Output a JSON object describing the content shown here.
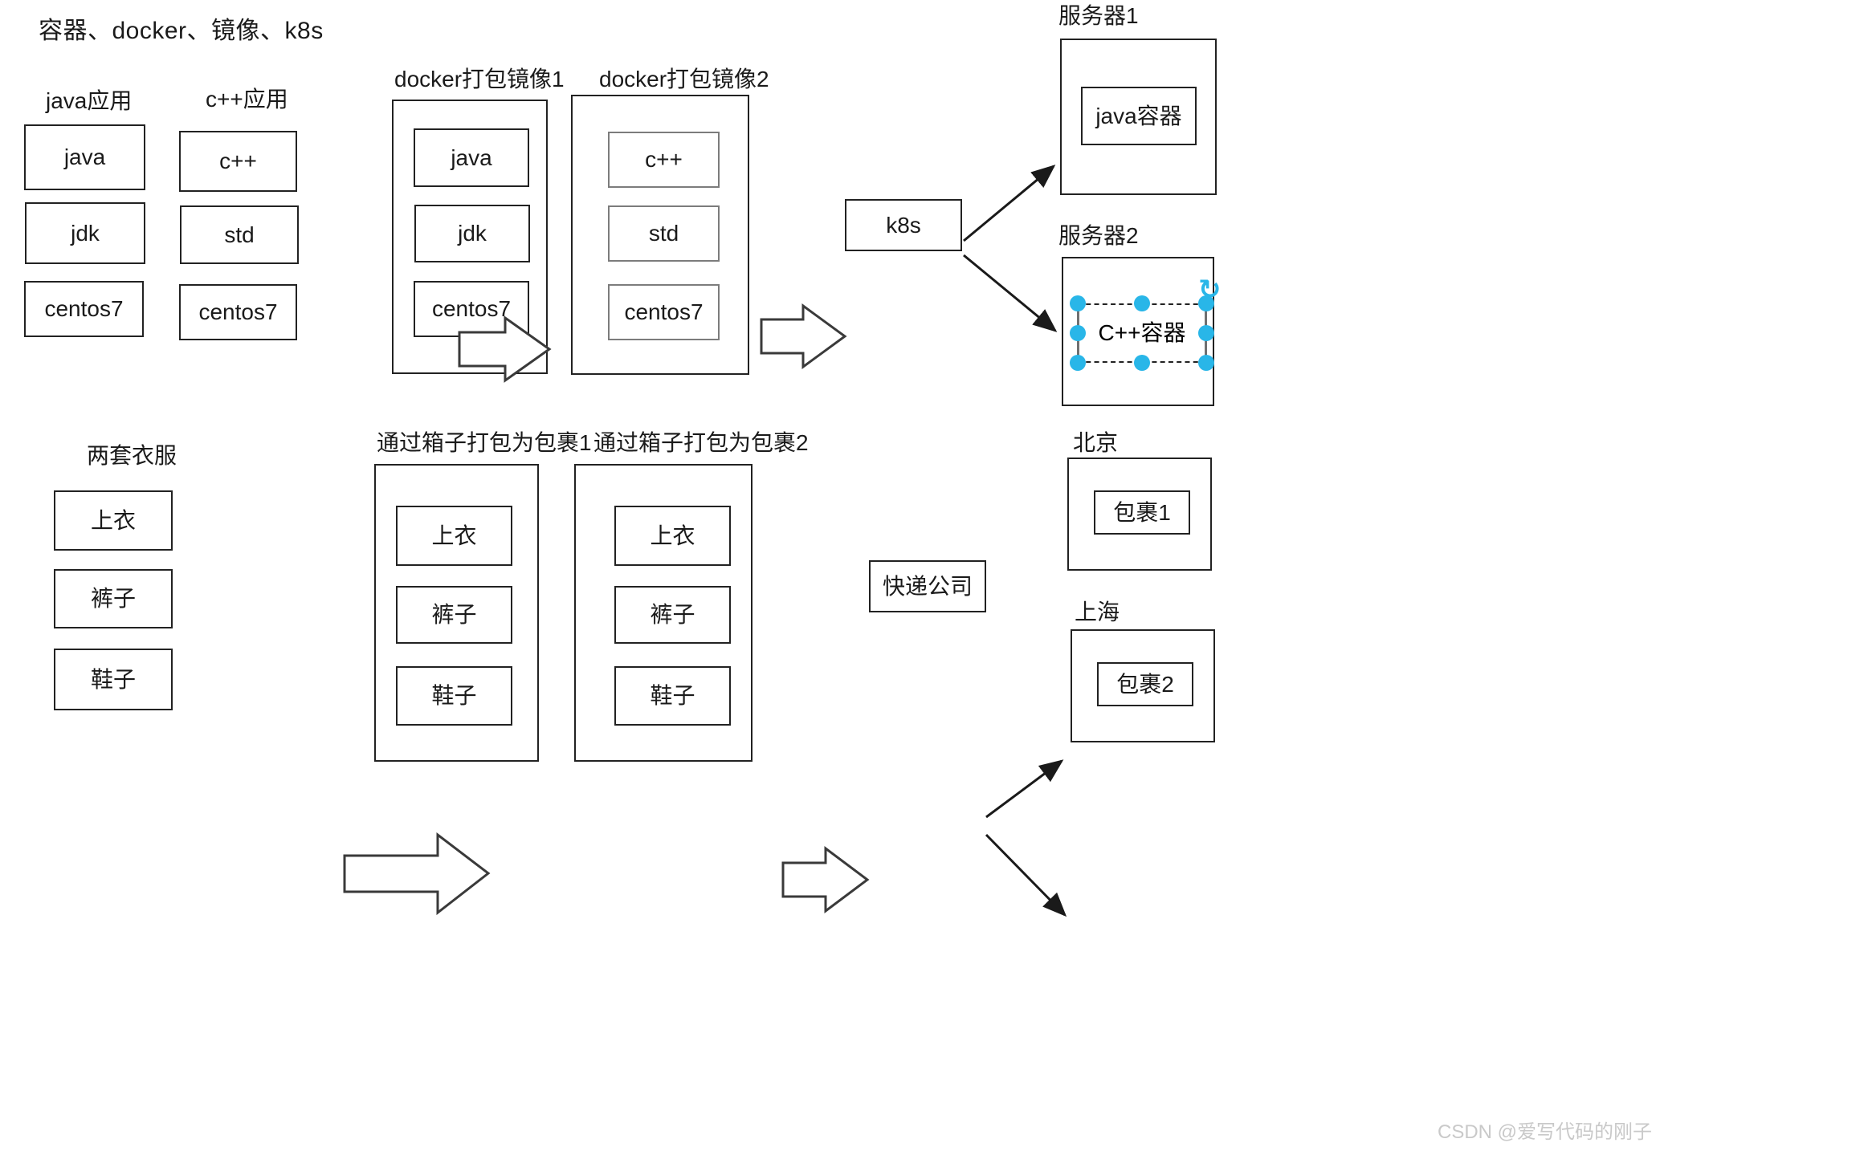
{
  "diagram": {
    "top_title": "容器、docker、镜像、k8s",
    "watermark": "CSDN @爱写代码的刚子",
    "colors": {
      "stroke": "#222222",
      "stroke_gray": "#7c7c7c",
      "selection": "#29b6e8",
      "watermark": "#c9c9c9"
    },
    "top_row": {
      "captions": {
        "java_app": "java应用",
        "cpp_app": "c++应用",
        "image1": "docker打包镜像1",
        "image2": "docker打包镜像2",
        "server1": "服务器1",
        "server2": "服务器2"
      },
      "java_stack": [
        "java",
        "jdk",
        "centos7"
      ],
      "cpp_stack": [
        "c++",
        "std",
        "centos7"
      ],
      "image1_stack": [
        "java",
        "jdk",
        "centos7"
      ],
      "image2_stack": [
        "c++",
        "std",
        "centos7"
      ],
      "orchestrator": "k8s",
      "server1_container": "java容器",
      "server2_container": "C++容器"
    },
    "bottom_row": {
      "captions": {
        "clothes": "两套衣服",
        "package1": "通过箱子打包为包裹1",
        "package2": "通过箱子打包为包裹2",
        "city1": "北京",
        "city2": "上海"
      },
      "clothes_stack": [
        "上衣",
        "裤子",
        "鞋子"
      ],
      "package1_stack": [
        "上衣",
        "裤子",
        "鞋子"
      ],
      "package2_stack": [
        "上衣",
        "裤子",
        "鞋子"
      ],
      "carrier": "快递公司",
      "city1_package": "包裹1",
      "city2_package": "包裹2"
    }
  }
}
